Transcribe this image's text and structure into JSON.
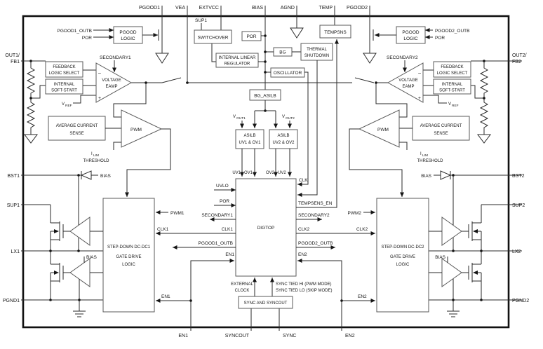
{
  "pins": {
    "top": [
      "PGOOD1",
      "VEA",
      "EXTVCC",
      "BIAS",
      "AGND",
      "TEMP",
      "PGOOD2"
    ],
    "left": [
      "OUT1/",
      "FB1",
      "BST1",
      "SUP1",
      "LX1",
      "PGND1"
    ],
    "right": [
      "OUT2/",
      "FB2",
      "BST2",
      "SUP2",
      "LX2",
      "PGND2"
    ],
    "bottom": [
      "EN1",
      "SYNCOUT",
      "SYNC",
      "EN2"
    ]
  },
  "blocks": {
    "pgood_logic": {
      "l1": "PGOOD",
      "l2": "LOGIC"
    },
    "switchover": "SWITCHOVER",
    "por": "POR",
    "ilr": {
      "l1": "INTERNAL LINEAR",
      "l2": "REGULATOR"
    },
    "bg": "BG",
    "thermal": {
      "l1": "THERMAL",
      "l2": "SHUTDOWN"
    },
    "oscillator": "OSCILLATOR",
    "tempsns": "TEMPSNS",
    "bg_asilb": "BG_ASILB",
    "asilb1": {
      "l1": "ASILB",
      "l2": "UV1 & OV1"
    },
    "asilb2": {
      "l1": "ASILB",
      "l2": "UV2 & OV2"
    },
    "feedback": {
      "l1": "FEEDBACK",
      "l2": "LOGIC SELECT"
    },
    "softstart": {
      "l1": "INTERNAL",
      "l2": "SOFT-START"
    },
    "eamp": {
      "l1": "VOLTAGE",
      "l2": "EAMP"
    },
    "acs": {
      "l1": "AVERAGE CURRENT",
      "l2": "SENSE"
    },
    "pwm": "PWM",
    "digtop": "DIGTOP",
    "dcdc1": {
      "l1": "STEP-DOWN DC-DC1",
      "l2": "GATE DRIVE",
      "l3": "LOGIC"
    },
    "dcdc2": {
      "l1": "STEP-DOWN DC-DC2",
      "l2": "GATE DRIVE",
      "l3": "LOGIC"
    },
    "syncbox": "SYNC AND SYNCOUT"
  },
  "signals": {
    "pgood1_outb": "PGOOD1_OUTB",
    "pgood2_outb": "PGOOD2_OUTB",
    "por": "POR",
    "sup1": "SUP1",
    "secondary1": "SECONDARY1",
    "secondary2": "SECONDARY2",
    "vref": {
      "main": "V",
      "sub": "REF"
    },
    "vout1": {
      "main": "V",
      "sub": "OUT1"
    },
    "vout2": {
      "main": "V",
      "sub": "OUT2"
    },
    "ilim": {
      "main": "I",
      "sub": "LIM"
    },
    "threshold": "THRESHOLD",
    "bias": "BIAS",
    "uv1": "UV1",
    "ov1": "OV1",
    "ov2": "OV2",
    "uv2": "UV2",
    "uvlo": "UVLO",
    "clk": "CLK",
    "tempsens_en": "TEMPSENS_EN",
    "clk1": "CLK1",
    "clk2": "CLK2",
    "pwm1": "PWM1",
    "pwm2": "PWM2",
    "en1": "EN1",
    "en2": "EN2",
    "external_l1": "EXTERNAL",
    "external_l2": "CLOCK",
    "sync_hi": "SYNC TIED HI (PWM MODE)",
    "sync_lo": "SYNC TIED LO (SKIP MODE)",
    "minus": "–",
    "plus": "+"
  },
  "colors": {
    "stroke": "#2a2a2a",
    "border": "#111111",
    "background": "#ffffff"
  }
}
